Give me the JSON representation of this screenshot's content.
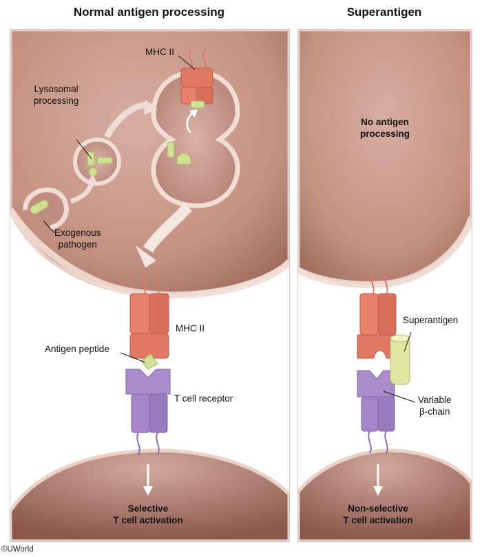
{
  "titles": {
    "left": "Normal antigen processing",
    "right": "Superantigen"
  },
  "left_panel": {
    "mhc_top": "MHC II",
    "lysosomal": "Lysosomal\nprocessing",
    "exogenous": "Exogenous\npathogen",
    "mhc_mid": "MHC II",
    "antigen_peptide": "Antigen peptide",
    "tcr": "T cell receptor",
    "result": "Selective\nT cell activation"
  },
  "right_panel": {
    "no_processing": "No antigen\nprocessing",
    "superantigen": "Superantigen",
    "variable": "Variable\nβ-chain",
    "result": "Non-selective\nT cell activation"
  },
  "copyright": "©UWorld",
  "colors": {
    "cell_fill": "#c9998c",
    "cell_edge": "#e9c6bb",
    "mhc": "#e07862",
    "tcr": "#a585c8",
    "antigen": "#d2e096",
    "superantigen": "#dfe6a0"
  }
}
